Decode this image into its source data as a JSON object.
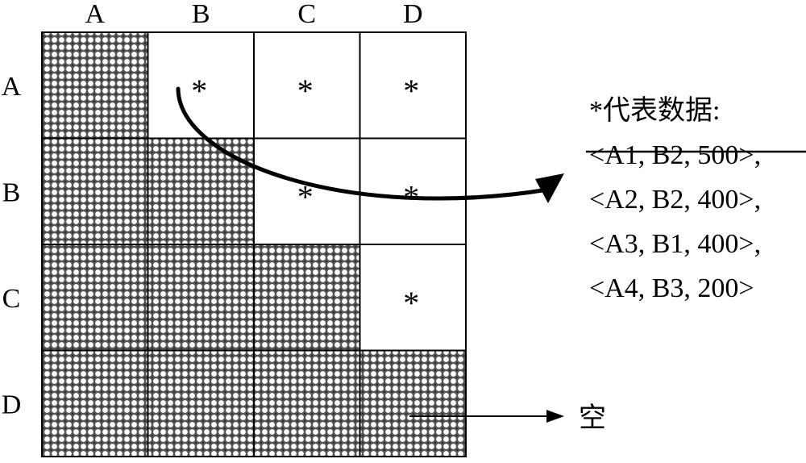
{
  "columns": [
    "A",
    "B",
    "C",
    "D"
  ],
  "rows": [
    "A",
    "B",
    "C",
    "D"
  ],
  "cells": [
    [
      "shaded",
      "*",
      "*",
      "*"
    ],
    [
      "shaded",
      "shaded",
      "*",
      "*"
    ],
    [
      "shaded",
      "shaded",
      "shaded",
      "*"
    ],
    [
      "shaded",
      "shaded",
      "shaded",
      "shaded"
    ]
  ],
  "legend": {
    "title": "*代表数据:",
    "entries": [
      {
        "text": "<A1, B2, 500>,",
        "struck": true
      },
      {
        "text": "<A2, B2, 400>,",
        "struck": false
      },
      {
        "text": "<A3, B1, 400>,",
        "struck": false
      },
      {
        "text": "<A4, B3, 200>",
        "struck": false
      }
    ]
  },
  "empty_label": "空",
  "colors": {
    "line": "#000000",
    "hatch_bg": "#4a4a4a",
    "hatch_dot": "#ffffff"
  }
}
